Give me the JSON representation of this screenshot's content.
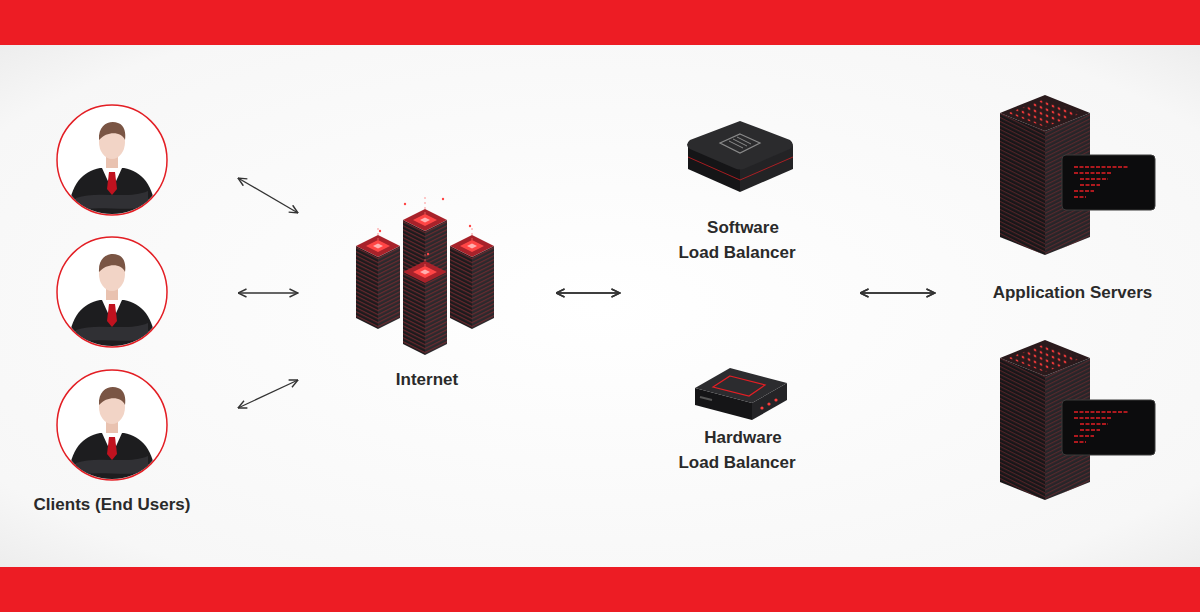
{
  "diagram": {
    "nodes": [
      {
        "text": [
          "Clients (End Users)"
        ]
      },
      {
        "text": [
          "Internet"
        ]
      },
      {
        "text": [
          "Software Load Balancer"
        ]
      },
      {
        "text": [
          "Hardware Load Balancer"
        ]
      },
      {
        "text": [
          "Application Servers"
        ]
      }
    ],
    "edges": [
      {
        "from": 0,
        "to": 1,
        "arrow": "both"
      },
      {
        "from": 0,
        "to": 1,
        "arrow": "both"
      },
      {
        "from": 0,
        "to": 1,
        "arrow": "both"
      },
      {
        "from": 1,
        "to": 2,
        "arrow": "both"
      },
      {
        "from": 1,
        "to": 3,
        "arrow": "both"
      },
      {
        "from": 2,
        "to": 4,
        "arrow": "both"
      },
      {
        "from": 3,
        "to": 4,
        "arrow": "both"
      }
    ]
  }
}
